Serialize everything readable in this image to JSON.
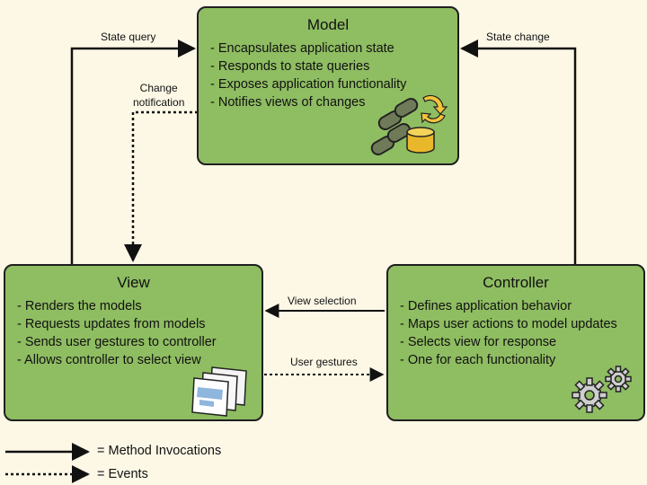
{
  "model": {
    "title": "Model",
    "items": [
      "- Encapsulates application state",
      "- Responds to state queries",
      "- Exposes application functionality",
      "- Notifies views of changes"
    ]
  },
  "view": {
    "title": "View",
    "items": [
      "- Renders the models",
      "- Requests updates from models",
      "- Sends user gestures to controller",
      "- Allows controller to select view"
    ]
  },
  "controller": {
    "title": "Controller",
    "items": [
      "- Defines application behavior",
      "- Maps user actions to model updates",
      "- Selects view for response",
      "- One for each functionality"
    ]
  },
  "edges": {
    "state_query": "State query",
    "state_change": "State change",
    "change_notification_1": "Change",
    "change_notification_2": "notification",
    "view_selection": "View selection",
    "user_gestures": "User gestures"
  },
  "legend": {
    "method_invocations": "= Method Invocations",
    "events": "= Events"
  },
  "colors": {
    "box_fill": "#8fbd62",
    "background": "#fdf8e6",
    "line": "#111111"
  },
  "icons": [
    "database-icon",
    "documents-icon",
    "gears-icon"
  ]
}
